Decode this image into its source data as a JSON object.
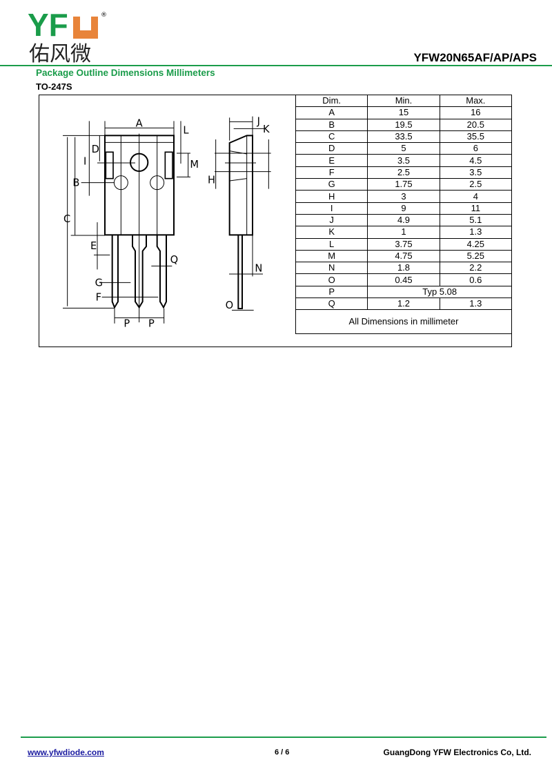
{
  "header": {
    "logo_text": "YFW",
    "logo_chinese": "佑风微",
    "part_number": "YFW20N65AF/AP/APS",
    "section_title": "Package Outline Dimensions Millimeters",
    "package": "TO-247S"
  },
  "colors": {
    "brand_green": "#1a9c4a",
    "brand_orange": "#e8843a"
  },
  "drawing_labels": {
    "A": "A",
    "B": "B",
    "C": "C",
    "D": "D",
    "E": "E",
    "F": "F",
    "G": "G",
    "H": "H",
    "I": "I",
    "J": "J",
    "K": "K",
    "L": "L",
    "M": "M",
    "N": "N",
    "O": "O",
    "P": "P",
    "Q": "Q"
  },
  "table": {
    "headers": [
      "Dim.",
      "Min.",
      "Max."
    ],
    "rows": [
      [
        "A",
        "15",
        "16"
      ],
      [
        "B",
        "19.5",
        "20.5"
      ],
      [
        "C",
        "33.5",
        "35.5"
      ],
      [
        "D",
        "5",
        "6"
      ],
      [
        "E",
        "3.5",
        "4.5"
      ],
      [
        "F",
        "2.5",
        "3.5"
      ],
      [
        "G",
        "1.75",
        "2.5"
      ],
      [
        "H",
        "3",
        "4"
      ],
      [
        "I",
        "9",
        "11"
      ],
      [
        "J",
        "4.9",
        "5.1"
      ],
      [
        "K",
        "1",
        "1.3"
      ],
      [
        "L",
        "3.75",
        "4.25"
      ],
      [
        "M",
        "4.75",
        "5.25"
      ],
      [
        "N",
        "1.8",
        "2.2"
      ],
      [
        "O",
        "0.45",
        "0.6"
      ],
      [
        "P",
        "Typ 5.08"
      ],
      [
        "Q",
        "1.2",
        "1.3"
      ]
    ],
    "footer": "All Dimensions in millimeter"
  },
  "footer": {
    "website": "www.yfwdiode.com",
    "page": "6 / 6",
    "company": "GuangDong YFW Electronics Co, Ltd."
  }
}
